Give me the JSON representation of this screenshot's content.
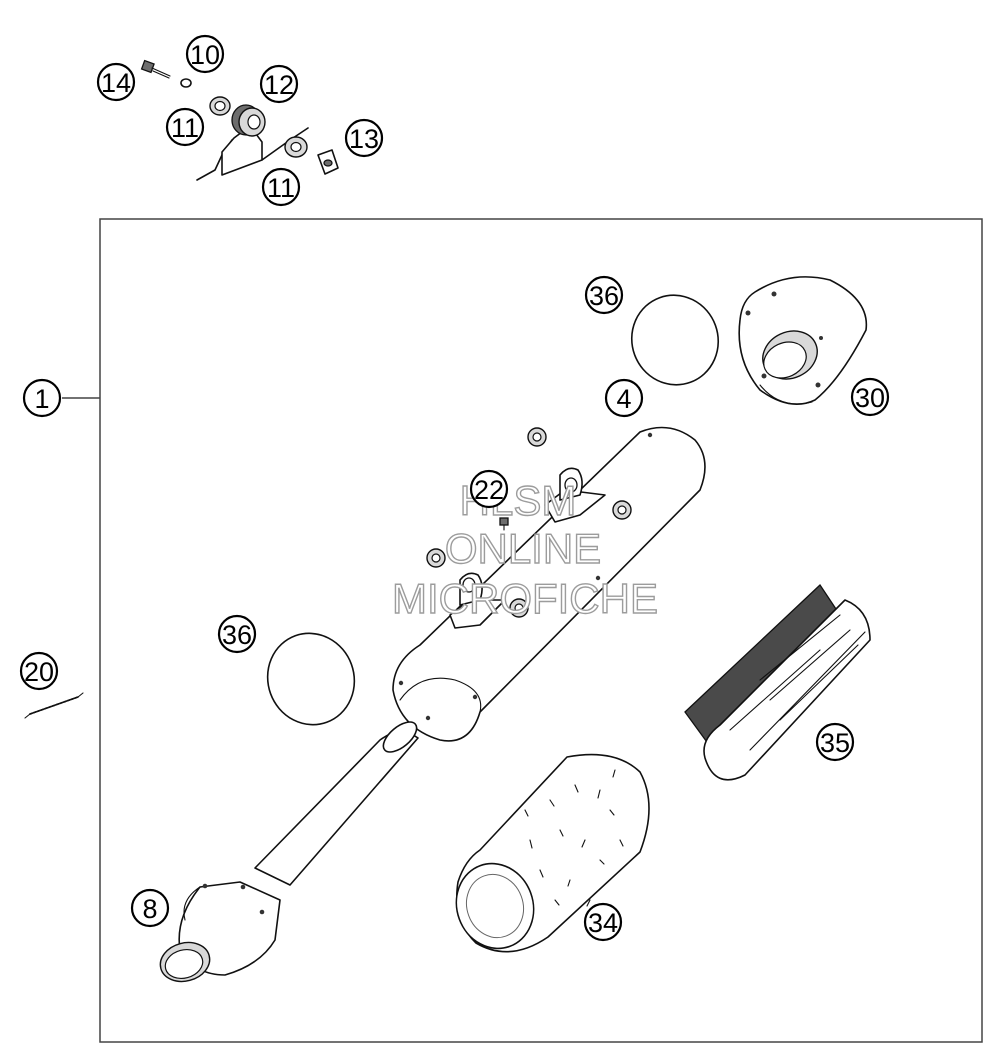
{
  "diagram": {
    "callouts": {
      "c1": "1",
      "c4": "4",
      "c8": "8",
      "c10": "10",
      "c11_top": "11",
      "c11_bottom": "11",
      "c12": "12",
      "c13": "13",
      "c14": "14",
      "c20": "20",
      "c22": "22",
      "c30": "30",
      "c34": "34",
      "c35": "35",
      "c36_top": "36",
      "c36_left": "36"
    },
    "watermark": {
      "line1": "HLSM",
      "line2": "ONLINE",
      "line3": "MICROFICHE"
    }
  }
}
